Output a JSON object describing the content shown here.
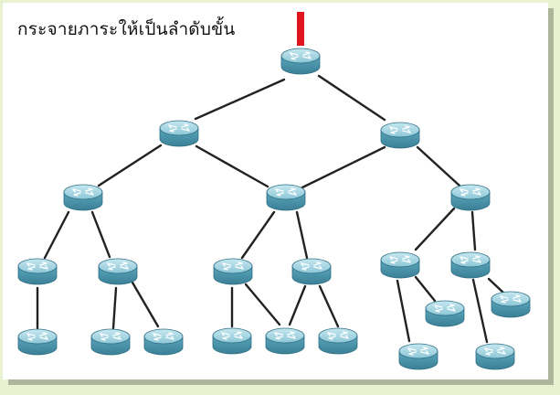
{
  "title": "กระจายภาระให้เป็นลำดับขั้น",
  "colors": {
    "uplink": "#e0141e",
    "link": "#222222",
    "router_top": "#9fd3df",
    "router_side": "#4f97ad",
    "router_edge": "#2f6f84",
    "frame": "#e9f2d0",
    "shadow": "#aeb59a"
  },
  "icon": "router-icon",
  "nodes": [
    {
      "id": "r0"
    },
    {
      "id": "r1"
    },
    {
      "id": "r2"
    },
    {
      "id": "r3"
    },
    {
      "id": "r4"
    },
    {
      "id": "r5"
    },
    {
      "id": "r6"
    },
    {
      "id": "r7"
    },
    {
      "id": "r8"
    },
    {
      "id": "r9"
    },
    {
      "id": "r10"
    },
    {
      "id": "r11"
    },
    {
      "id": "r12"
    },
    {
      "id": "r13"
    },
    {
      "id": "r14"
    },
    {
      "id": "r15"
    },
    {
      "id": "r16"
    },
    {
      "id": "r17"
    },
    {
      "id": "r18"
    },
    {
      "id": "r19"
    }
  ],
  "links": [
    [
      "r0",
      "r1"
    ],
    [
      "r0",
      "r2"
    ],
    [
      "r1",
      "r3"
    ],
    [
      "r1",
      "r4"
    ],
    [
      "r2",
      "r4"
    ],
    [
      "r2",
      "r5"
    ],
    [
      "r3",
      "r6"
    ],
    [
      "r3",
      "r7"
    ],
    [
      "r4",
      "r8"
    ],
    [
      "r4",
      "r9"
    ],
    [
      "r5",
      "r10"
    ],
    [
      "r5",
      "r11"
    ],
    [
      "r6",
      "r12"
    ],
    [
      "r7",
      "r13"
    ],
    [
      "r7",
      "r14"
    ],
    [
      "r8",
      "r15"
    ],
    [
      "r8",
      "r16"
    ],
    [
      "r9",
      "r16"
    ],
    [
      "r9",
      "r17"
    ],
    [
      "r10",
      "r18"
    ],
    [
      "r10",
      "r19"
    ],
    [
      "r11",
      "r20"
    ],
    [
      "r11",
      "r21"
    ]
  ]
}
